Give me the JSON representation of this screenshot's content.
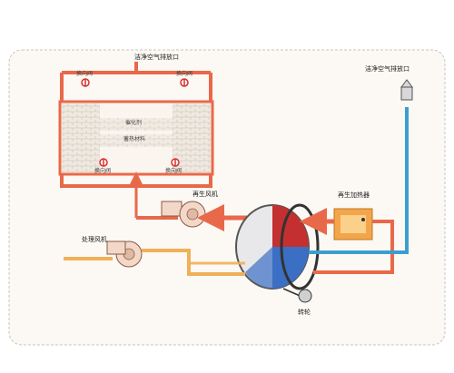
{
  "labels": {
    "clean_air_top": "洁净空气排放口",
    "clean_air_right": "洁净空气排放口",
    "valve_top_left": "换向阀",
    "valve_top_right": "换向阀",
    "valve_bottom_left": "换向阀",
    "valve_bottom_right": "换向阀",
    "catalyst": "催化剂",
    "heat_storage": "蓄热材料",
    "regen_fan": "再生风机",
    "process_fan": "处理风机",
    "regen_heater": "再生加热器",
    "rotor": "转轮"
  },
  "colors": {
    "panel_bg": "#fcf8f3",
    "panel_border": "#c9c4bd",
    "hot_duct": "#e8694a",
    "process_duct": "#f0b05a",
    "clean_duct": "#3a9fd0",
    "valve_red": "#d9302a",
    "brick": "#d8cfc4"
  }
}
